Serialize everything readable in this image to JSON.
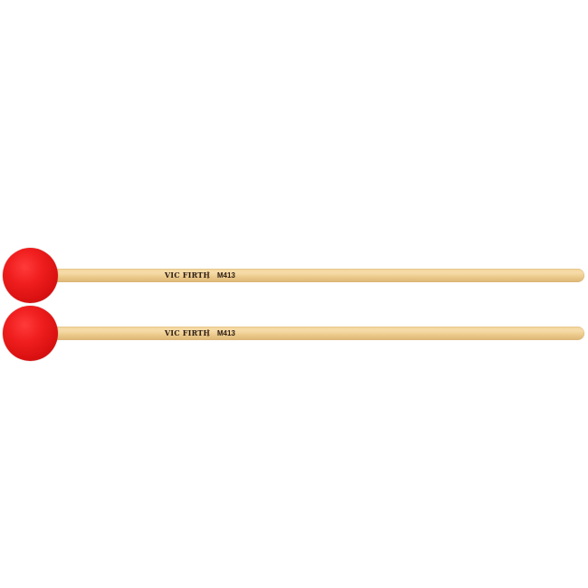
{
  "product": {
    "mallets": [
      {
        "brand": "VIC FIRTH",
        "model": "M413"
      },
      {
        "brand": "VIC FIRTH",
        "model": "M413"
      }
    ]
  },
  "colors": {
    "head": "#e81a1a",
    "shaft": "#f3d59c",
    "background": "#ffffff"
  }
}
